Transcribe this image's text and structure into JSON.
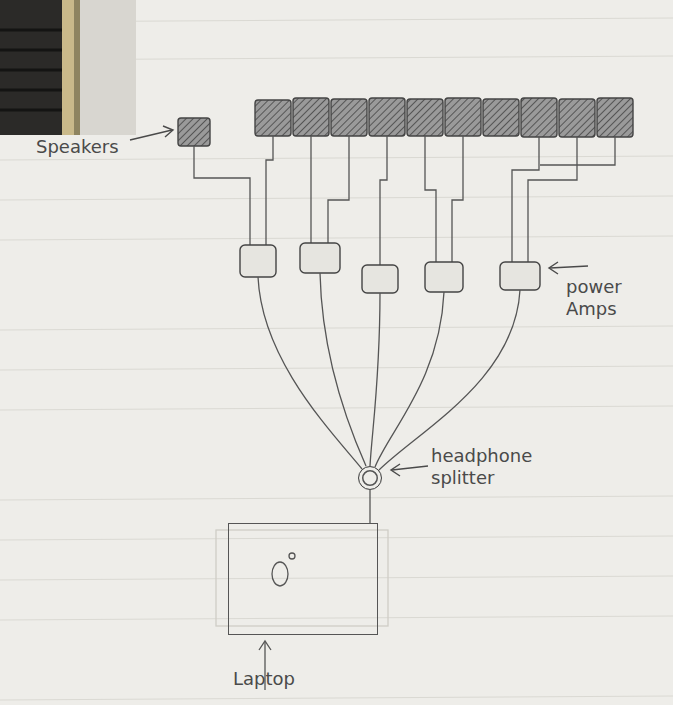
{
  "diagram": {
    "nodes": [
      {
        "text": [
          "headphone splitter"
        ]
      },
      {
        "text": [
          "Laptop"
        ]
      }
    ],
    "edges": [
      {
        "from": 0,
        "to": 1,
        "arrow": "none"
      }
    ],
    "labels": [
      "Speakers",
      "power Amps"
    ]
  }
}
